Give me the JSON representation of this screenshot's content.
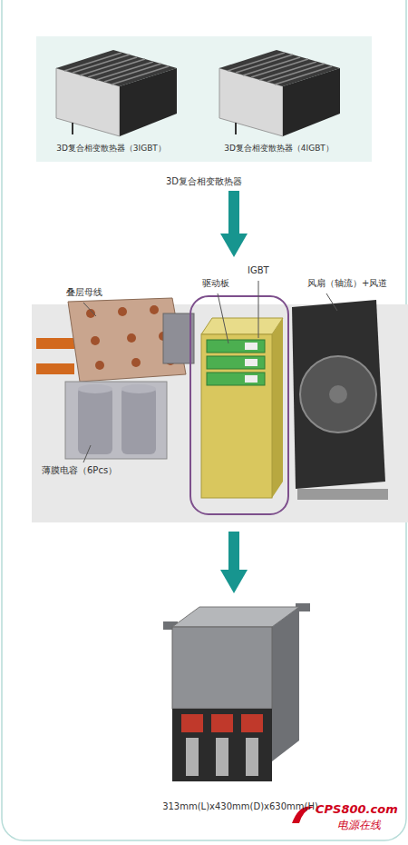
{
  "diagram": {
    "nodes": [
      {
        "text": [
          "3D复合相变散热器"
        ]
      },
      {
        "text": [
          "3D复合相变散热器（3IGBT）"
        ],
        "in": 0
      },
      {
        "text": [
          "3D复合相变散热器（4IGBT）"
        ],
        "in": 0
      },
      {
        "text": [
          "叠层母线",
          "驱动板",
          "IGBT",
          "风扇（轴流）+风道",
          "薄膜电容（6Pcs）"
        ]
      },
      {
        "text": [
          "313mm(L)x430mm(D)x630mm(H)"
        ]
      }
    ],
    "edges": [
      {
        "from": 0,
        "to": 3,
        "arrow": "to"
      },
      {
        "from": 3,
        "to": 4,
        "arrow": "to"
      }
    ],
    "labels": [
      "CPS800.com",
      "电源在线"
    ]
  }
}
